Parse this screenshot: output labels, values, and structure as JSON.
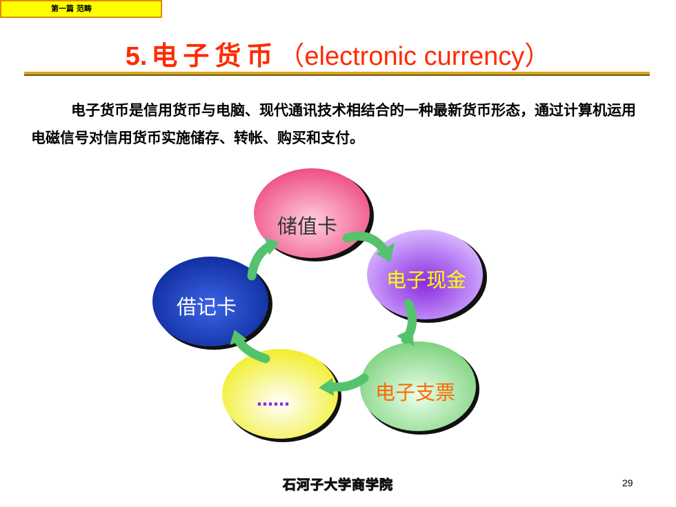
{
  "header": {
    "tag": "第一篇 范畴"
  },
  "title": {
    "number": "5.",
    "chinese": "电子货币",
    "english": "（electronic currency）"
  },
  "paragraph": "电子货币是信用货币与电脑、现代通讯技术相结合的一种最新货币形态，通过计算机运用电磁信号对信用货币实施储存、转帐、购买和支付。",
  "cycle": {
    "items": [
      {
        "label": "储值卡",
        "color": "#ee4f86",
        "text_color": "#333333"
      },
      {
        "label": "电子现金",
        "color": "#a247ee",
        "text_color": "#ffff00"
      },
      {
        "label": "电子支票",
        "color": "#7fd27f",
        "text_color": "#ff6a00"
      },
      {
        "label": "……",
        "color": "#f6f25a",
        "text_color": "#8a2be2"
      },
      {
        "label": "借记卡",
        "color": "#1e3fb2",
        "text_color": "#ffffff"
      }
    ],
    "arrow_color": "#55c26e"
  },
  "footer": {
    "school": "石河子大学商学院",
    "page": "29"
  }
}
